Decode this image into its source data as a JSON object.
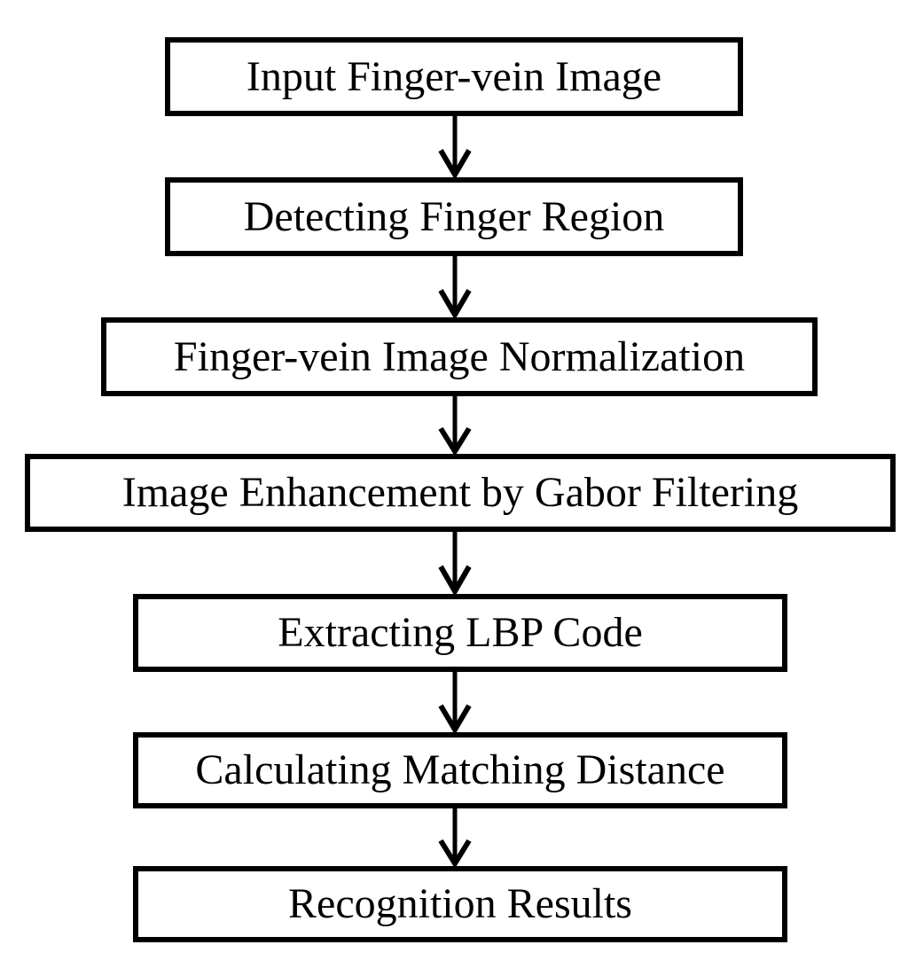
{
  "diagram": {
    "type": "flowchart",
    "direction": "top-down",
    "nodes": [
      {
        "label": "Input Finger-vein Image"
      },
      {
        "label": "Detecting Finger Region"
      },
      {
        "label": "Finger-vein Image Normalization"
      },
      {
        "label": "Image Enhancement by Gabor Filtering"
      },
      {
        "label": "Extracting LBP Code"
      },
      {
        "label": "Calculating Matching Distance"
      },
      {
        "label": "Recognition Results"
      }
    ],
    "connector_icon": "down-arrow-icon",
    "colors": {
      "background": "#ffffff",
      "box_fill": "#ffffff",
      "box_border": "#000000",
      "text": "#000000",
      "arrow": "#000000"
    }
  }
}
